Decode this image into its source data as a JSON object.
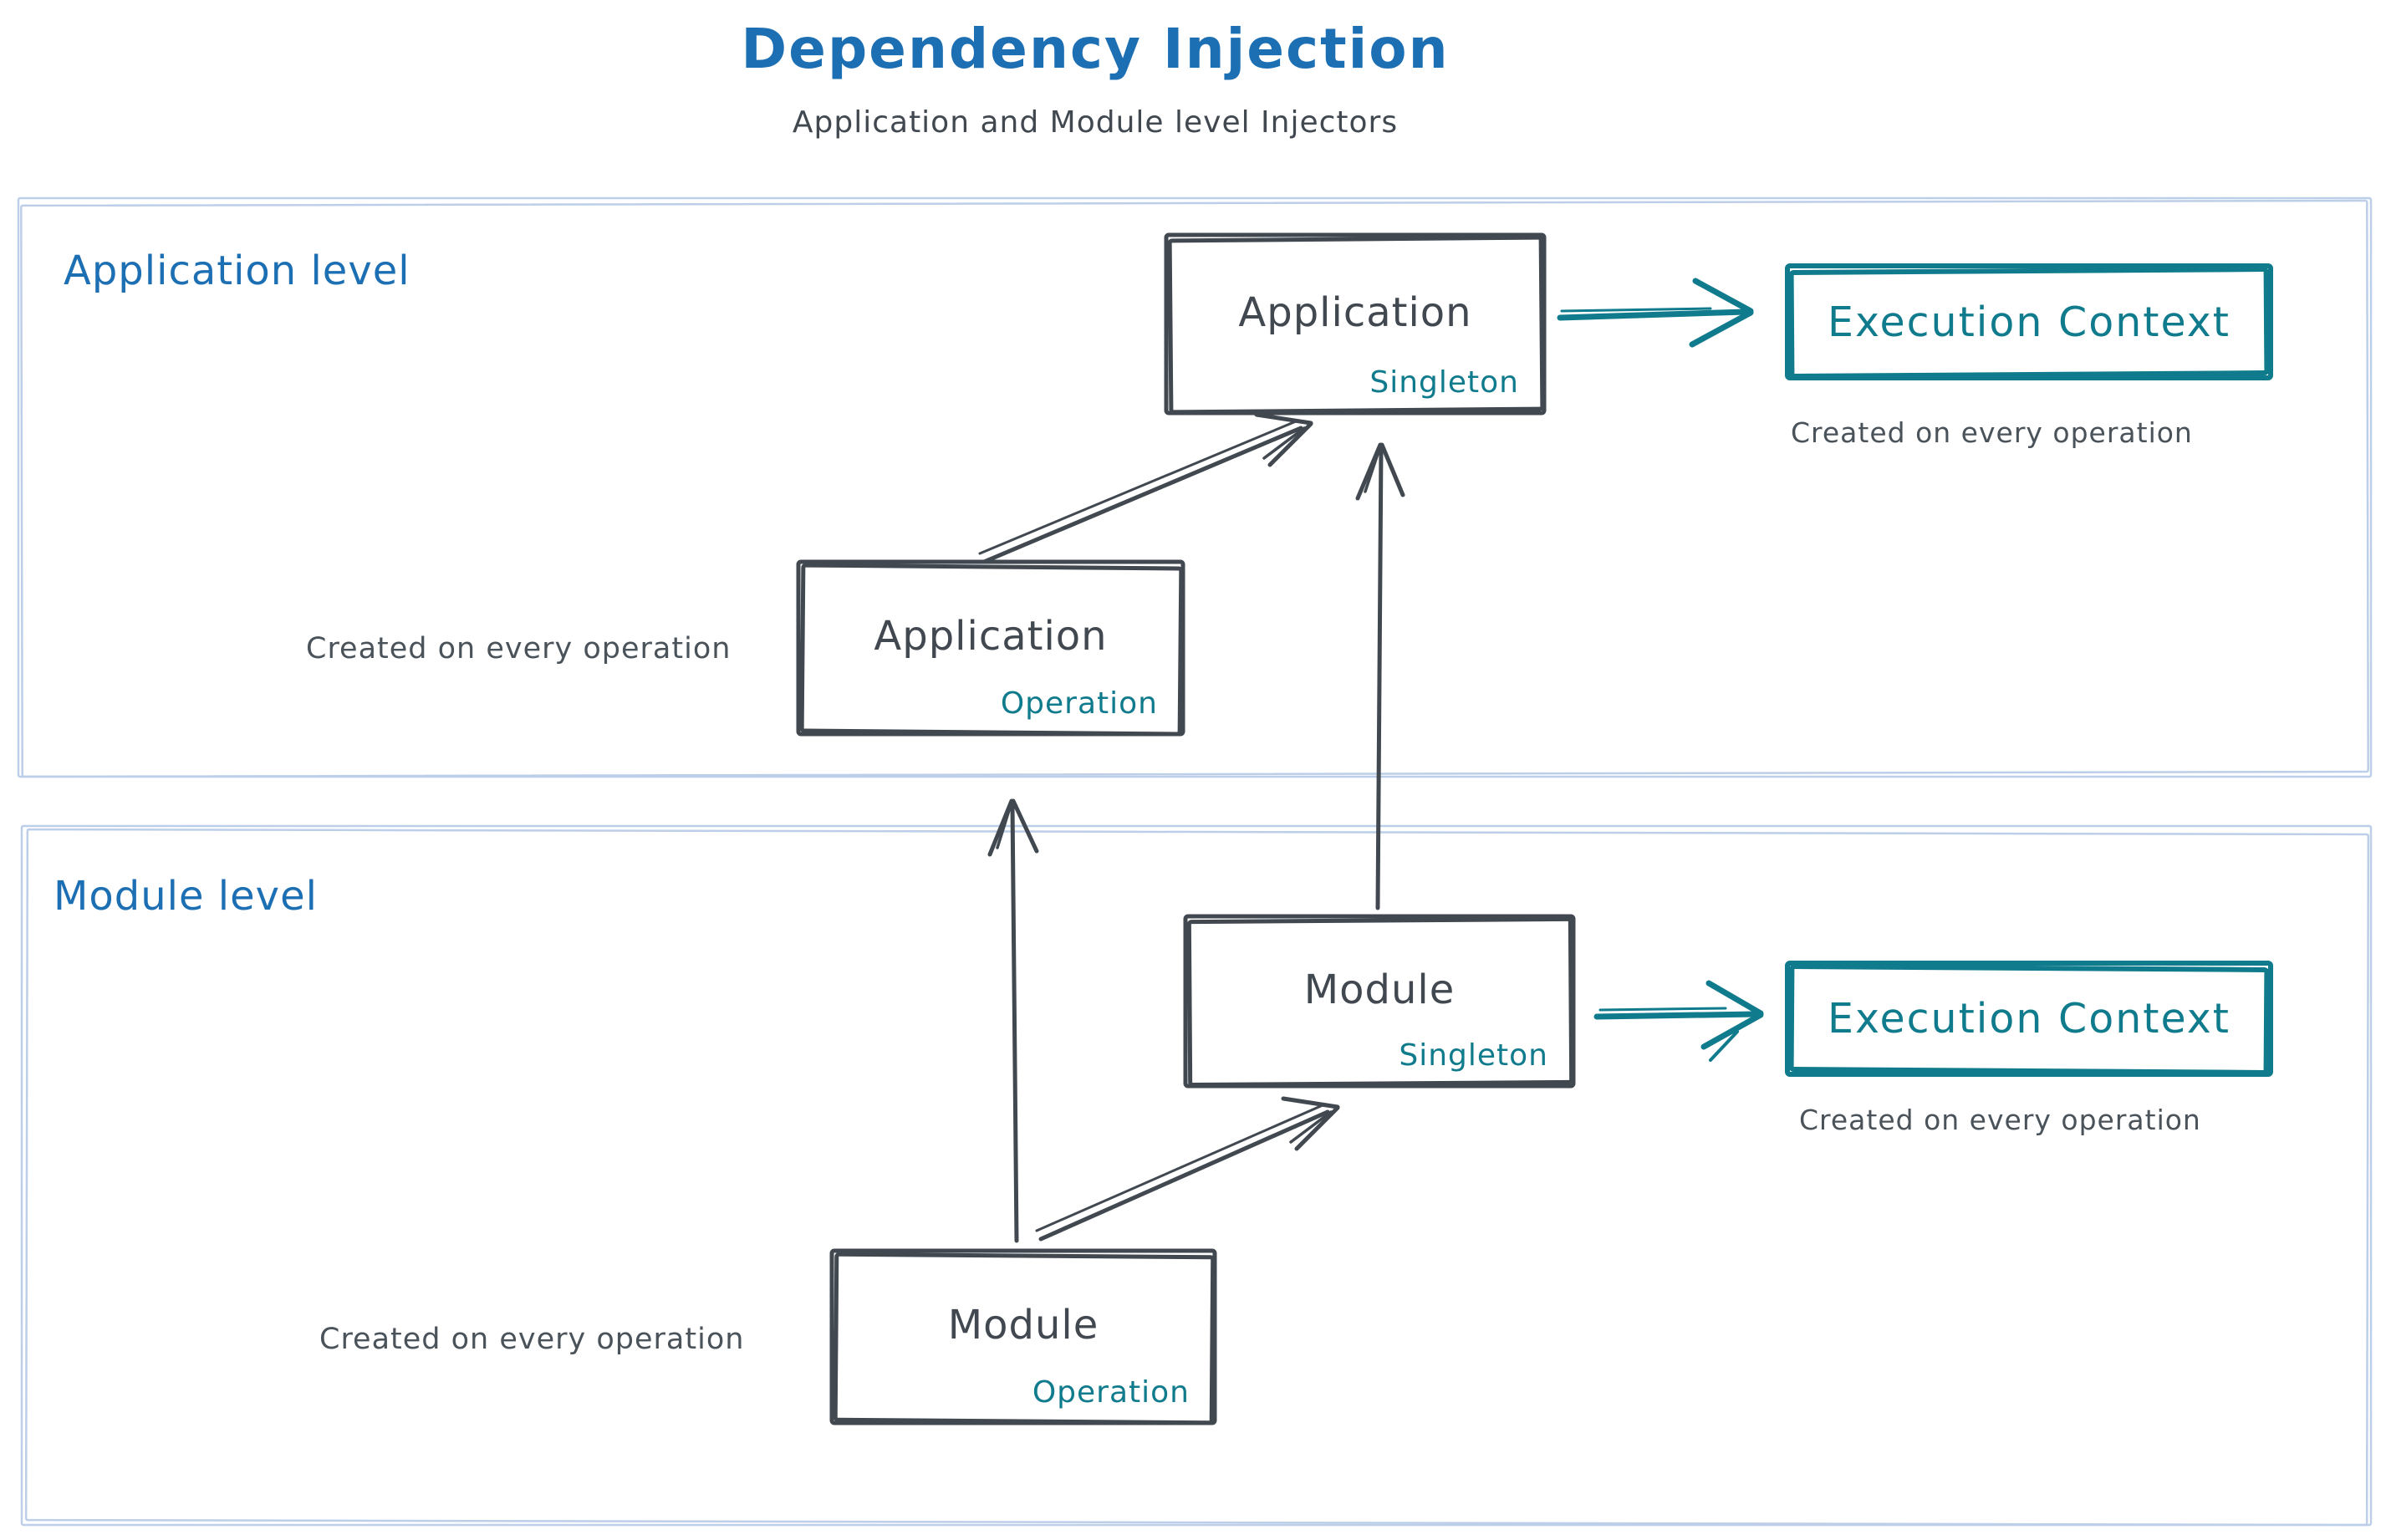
{
  "diagram": {
    "title": "Dependency Injection",
    "subtitle": "Application and Module level Injectors",
    "sections": [
      {
        "id": "application-level",
        "label": "Application level"
      },
      {
        "id": "module-level",
        "label": "Module level"
      }
    ],
    "nodes": [
      {
        "id": "app-singleton",
        "title": "Application",
        "badge": "Singleton"
      },
      {
        "id": "app-operation",
        "title": "Application",
        "badge": "Operation"
      },
      {
        "id": "module-singleton",
        "title": "Module",
        "badge": "Singleton"
      },
      {
        "id": "module-operation",
        "title": "Module",
        "badge": "Operation"
      },
      {
        "id": "exec-context-app",
        "title": "Execution Context"
      },
      {
        "id": "exec-context-module",
        "title": "Execution Context"
      }
    ],
    "annotations": [
      {
        "id": "note-app-exec",
        "text": "Created on every operation"
      },
      {
        "id": "note-app-operation",
        "text": "Created on every operation"
      },
      {
        "id": "note-module-exec",
        "text": "Created on every operation"
      },
      {
        "id": "note-module-operation",
        "text": "Created on every operation"
      }
    ],
    "colors": {
      "accent_blue": "#1d6fb4",
      "stroke_dark": "#414850",
      "accent_teal": "#107b8c",
      "note_gray": "#4a525a",
      "container_border": "#bccee8"
    }
  }
}
